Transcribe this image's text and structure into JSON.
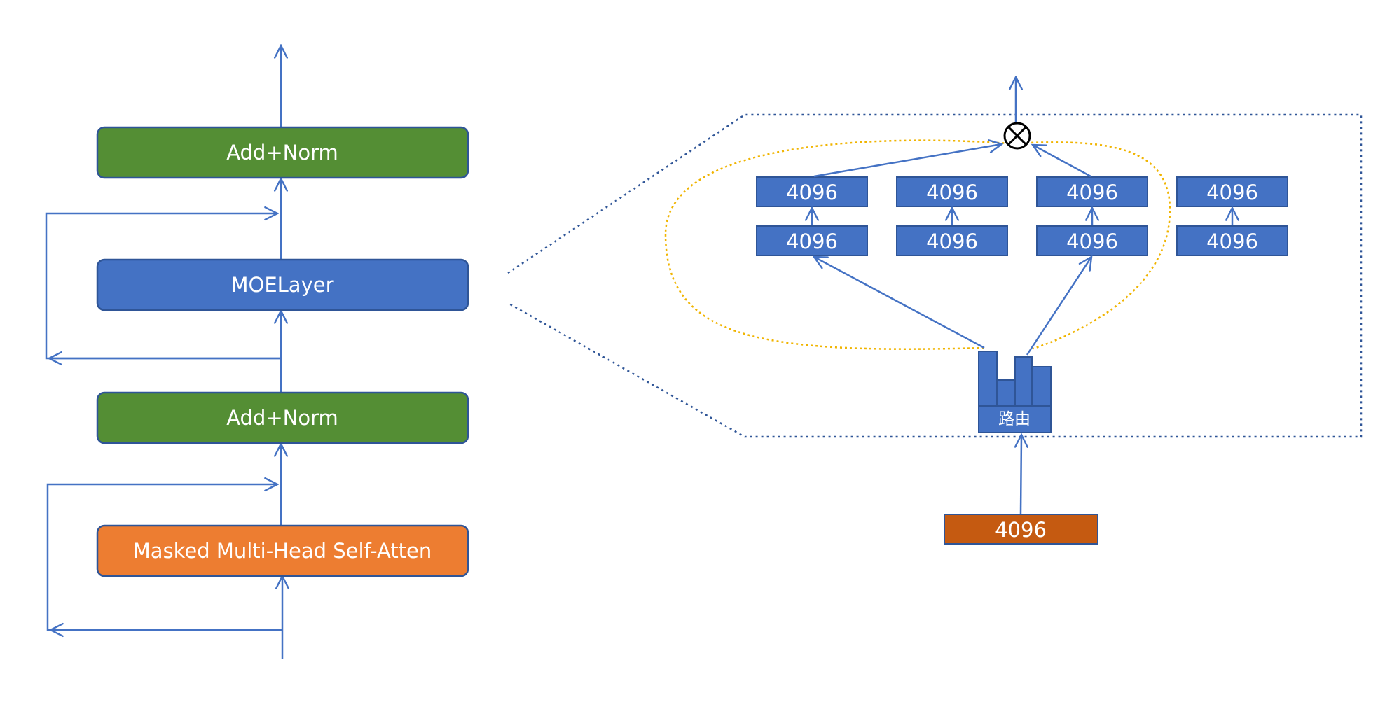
{
  "left_stack": {
    "top_norm": "Add+Norm",
    "moe_layer": "MOELayer",
    "bottom_norm": "Add+Norm",
    "attention": "Masked Multi-Head Self-Atten"
  },
  "experts": [
    {
      "top": "4096",
      "bottom": "4096"
    },
    {
      "top": "4096",
      "bottom": "4096"
    },
    {
      "top": "4096",
      "bottom": "4096"
    },
    {
      "top": "4096",
      "bottom": "4096"
    }
  ],
  "router": {
    "label": "路由"
  },
  "input_token": {
    "label": "4096"
  },
  "colors": {
    "line": "#4472C4",
    "norm": "#548E34",
    "moe": "#4472C4",
    "attention": "#ED7D31",
    "expert": "#4472C4",
    "input": "#C55A11",
    "dotted_gate": "#F0B400"
  }
}
